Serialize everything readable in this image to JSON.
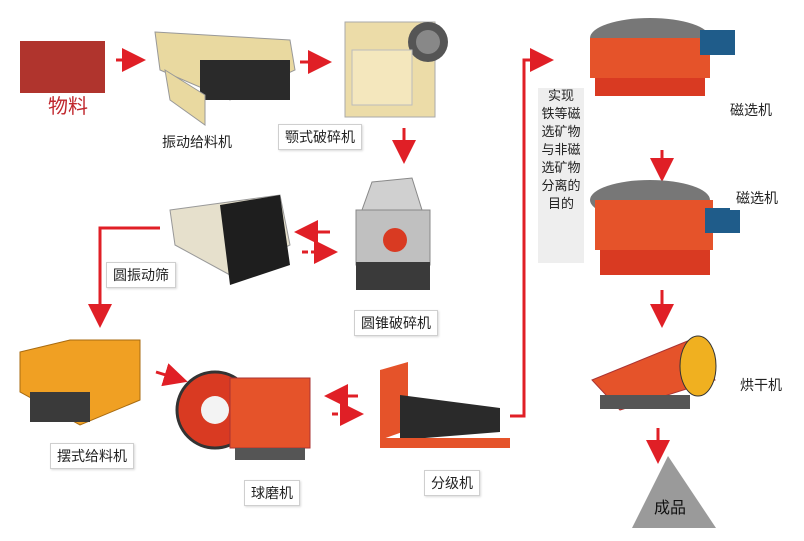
{
  "raw": {
    "label": "物料"
  },
  "machines": {
    "vibrating_feeder": "振动给料机",
    "jaw_crusher": "颚式破碎机",
    "cone_crusher": "圆锥破碎机",
    "vibrating_screen": "圆振动筛",
    "swing_feeder": "摆式给料机",
    "ball_mill": "球磨机",
    "classifier": "分级机",
    "mag_sep_1": "磁选机",
    "mag_sep_2": "磁选机",
    "dryer": "烘干机"
  },
  "note": {
    "lines": [
      "实现",
      "铁等磁",
      "选矿物",
      "与非磁",
      "选矿物",
      "分离的",
      "目的"
    ]
  },
  "product": {
    "label": "成品"
  },
  "colors": {
    "arrow": "#e01f26",
    "machine_orange": "#e5532a",
    "machine_red": "#d93a22",
    "feeder_yellow": "#e7d48f",
    "product_gray": "#9a9a9a"
  }
}
